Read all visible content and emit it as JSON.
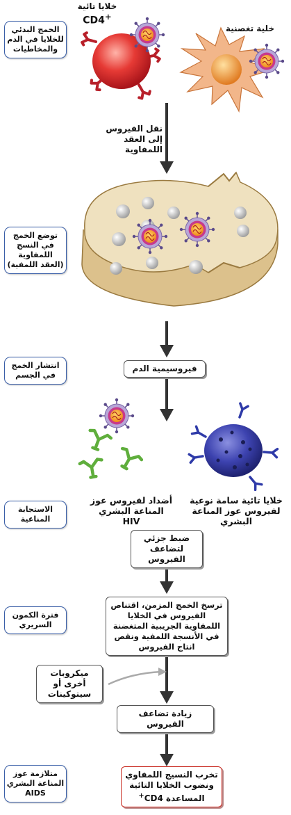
{
  "stages": {
    "primary_infection": "الخمج البدئي للخلايا في الدم والمخاطيات",
    "lymphoid_localization": "توضع الخمج في النسج اللمفاوية (العقد اللمفية)",
    "dissemination": "انتشار الخمج في الجسم",
    "immune_response": "الاستجابة المناعية",
    "clinical_latency": "فترة الكمون السريري",
    "aids": "متلازمة عوز المناعة البشري AIDS"
  },
  "labels": {
    "cd4_cells_line1": "خلايا تائية",
    "cd4_cells_line2": "CD4",
    "cd4_sup": "+",
    "dendritic_cell": "خلية تغصنية",
    "transport": "نقل الفيروس إلى العقد اللمفاوية",
    "antibodies": "أضداد لفيروس عوز المناعة البشري HIV",
    "ctl": "خلايا تائية سامة نوعية لفيروس عوز المناعة البشري",
    "microbes": "ميكروبات أخرى أو سيتوكينات"
  },
  "flow": {
    "viremia": "فيروسيمية الدم",
    "partial_control": "ضبط جزئي لتضاعف الفيروس",
    "chronic": "ترسخ الخمج المزمن، اقتناص الفيروس في الخلايا اللمفاوية الجريبية المتغضنة في الأنسجة اللمفية ونقص انتاج الفيروس",
    "increased_replication": "زيادة تضاعف الفيروس",
    "destruction_line1": "تخرب النسيج اللمفاوي ونضوب الخلايا التائية",
    "destruction_line2": "المساعدة CD4",
    "destruction_sup": "+"
  },
  "colors": {
    "stage_border": "#3a5fa8",
    "final_border": "#c8281e",
    "t_cell": "#d9282c",
    "dendritic": "#e8903a",
    "ctl": "#3a3fa0",
    "antibody": "#6cbf4a",
    "receptor": "#b8202a",
    "node": "#e9d6a8"
  }
}
